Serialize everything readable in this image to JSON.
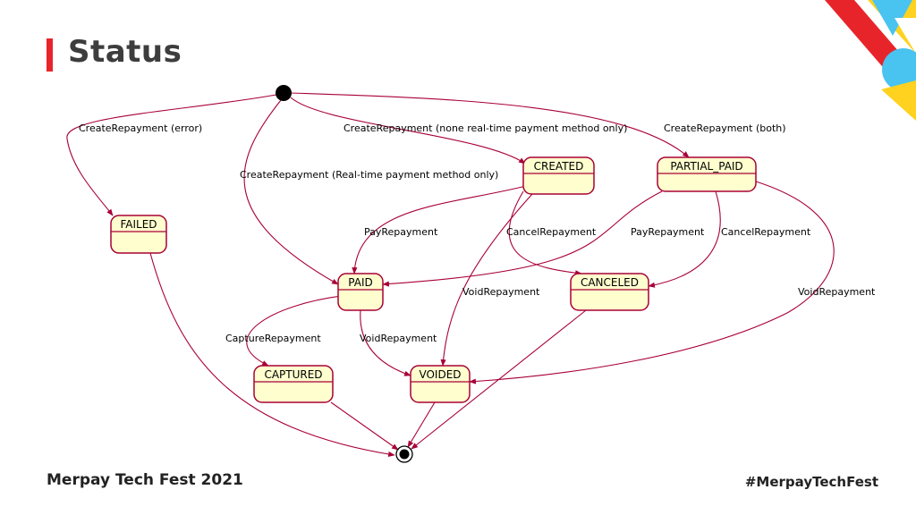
{
  "slide": {
    "title": "Status",
    "footer_left": "Merpay Tech Fest 2021",
    "footer_right": "#MerpayTechFest"
  },
  "colors": {
    "accent_red": "#e8242b",
    "accent_yellow": "#ffd21f",
    "accent_blue": "#49c3f0",
    "state_fill": "#fefece",
    "state_border": "#a80036"
  },
  "diagram": {
    "states": [
      {
        "id": "FAILED",
        "label": "FAILED"
      },
      {
        "id": "CREATED",
        "label": "CREATED"
      },
      {
        "id": "PARTIAL_PAID",
        "label": "PARTIAL_PAID"
      },
      {
        "id": "PAID",
        "label": "PAID"
      },
      {
        "id": "CANCELED",
        "label": "CANCELED"
      },
      {
        "id": "CAPTURED",
        "label": "CAPTURED"
      },
      {
        "id": "VOIDED",
        "label": "VOIDED"
      }
    ],
    "transitions": [
      {
        "from": "start",
        "to": "FAILED",
        "label": "CreateRepayment (error)"
      },
      {
        "from": "start",
        "to": "CREATED",
        "label": "CreateRepayment (none real-time payment method only)"
      },
      {
        "from": "start",
        "to": "PARTIAL_PAID",
        "label": "CreateRepayment (both)"
      },
      {
        "from": "start",
        "to": "PAID",
        "label": "CreateRepayment (Real-time payment method only)"
      },
      {
        "from": "CREATED",
        "to": "PAID",
        "label": "PayRepayment"
      },
      {
        "from": "CREATED",
        "to": "CANCELED",
        "label": "CancelRepayment"
      },
      {
        "from": "CREATED",
        "to": "VOIDED",
        "label": "VoidRepayment"
      },
      {
        "from": "PARTIAL_PAID",
        "to": "PAID",
        "label": "PayRepayment"
      },
      {
        "from": "PARTIAL_PAID",
        "to": "CANCELED",
        "label": "CancelRepayment"
      },
      {
        "from": "PARTIAL_PAID",
        "to": "VOIDED",
        "label": "VoidRepayment"
      },
      {
        "from": "PAID",
        "to": "CAPTURED",
        "label": "CaptureRepayment"
      },
      {
        "from": "PAID",
        "to": "VOIDED",
        "label": "VoidRepayment"
      },
      {
        "from": "FAILED",
        "to": "end",
        "label": ""
      },
      {
        "from": "CAPTURED",
        "to": "end",
        "label": ""
      },
      {
        "from": "VOIDED",
        "to": "end",
        "label": ""
      },
      {
        "from": "CANCELED",
        "to": "end",
        "label": ""
      }
    ]
  }
}
